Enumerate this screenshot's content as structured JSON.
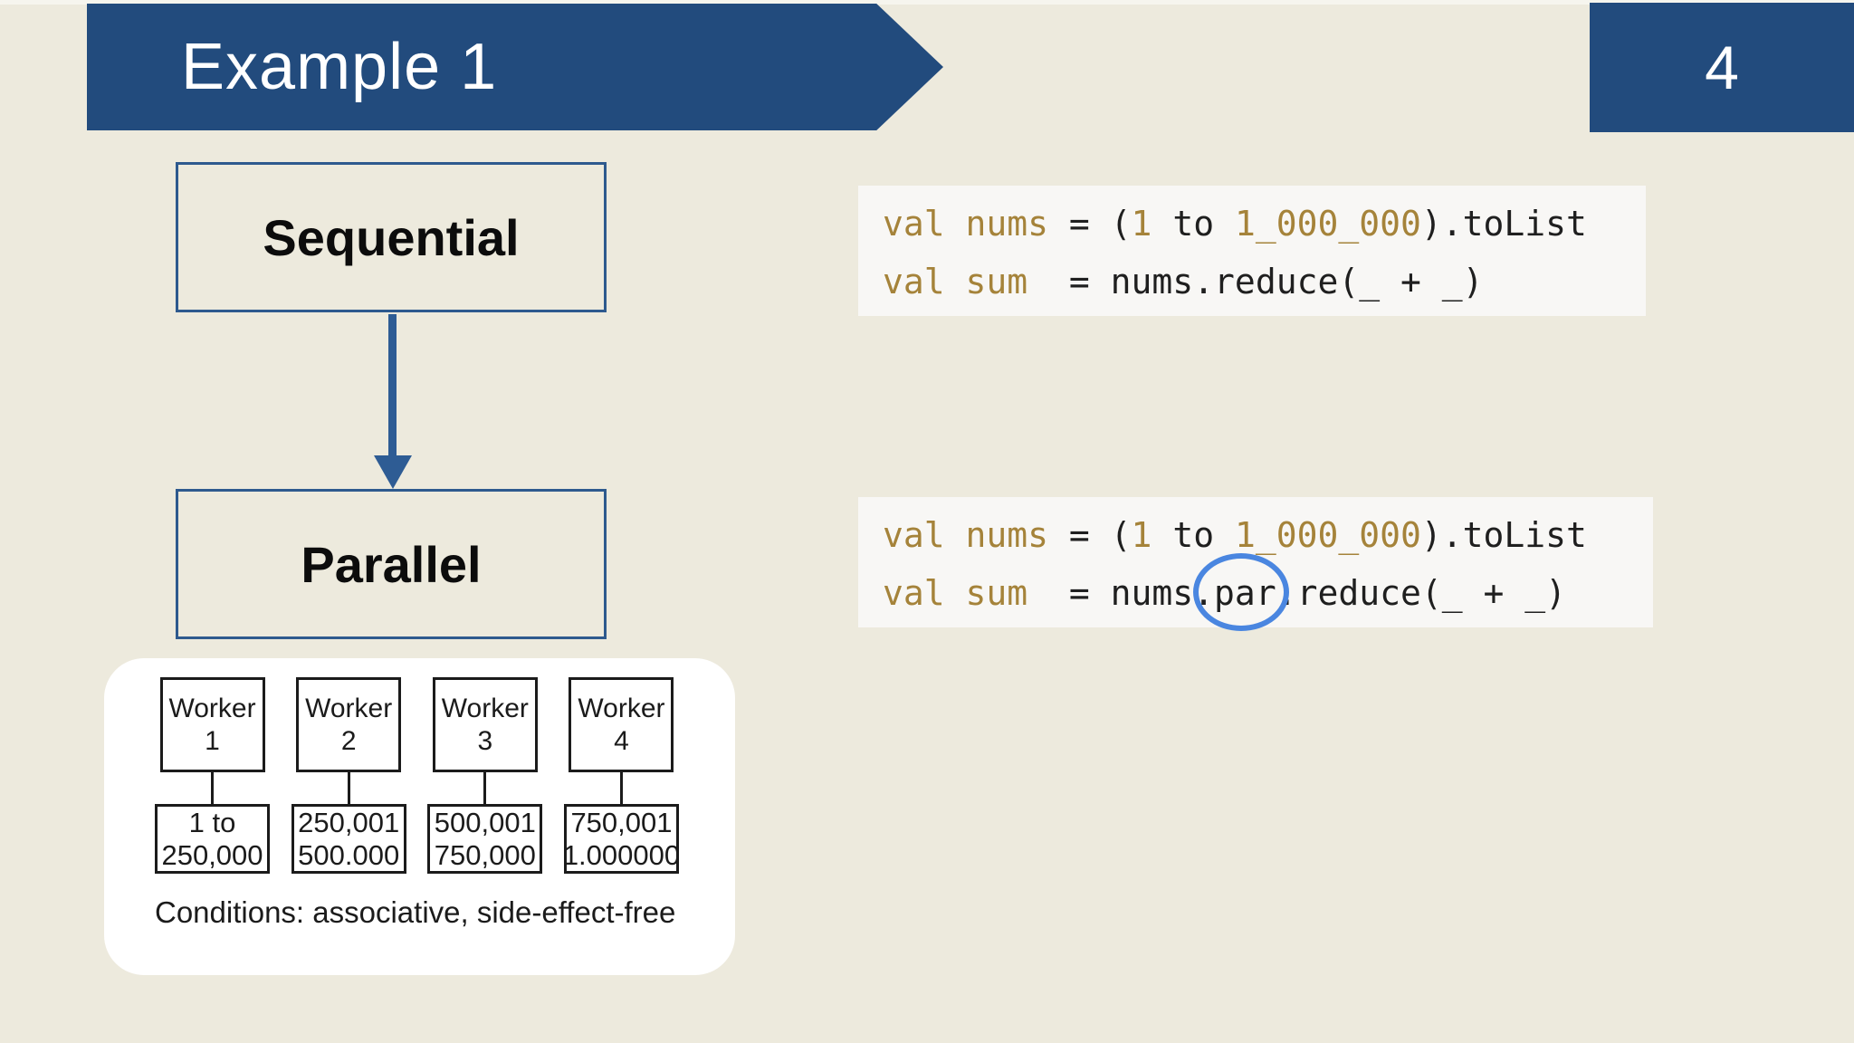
{
  "slide": {
    "title": "Example 1",
    "page_number": "4"
  },
  "colors": {
    "background": "#edeadd",
    "banner": "#224b7d",
    "box_border": "#2e5a8e",
    "arrow": "#2e5c94",
    "code_bg": "#f8f7f5",
    "code_plain": "#1f1f1f",
    "code_accent": "#a5833a",
    "circle": "#4a86e0",
    "panel_bg": "#ffffff",
    "diagram_ink": "#1b1b1b"
  },
  "flow": {
    "sequential_label": "Sequential",
    "parallel_label": "Parallel"
  },
  "code_blocks": [
    {
      "name": "sequential-code",
      "lines": [
        [
          {
            "t": "val nums",
            "c": "accent"
          },
          {
            "t": " = (",
            "c": "plain"
          },
          {
            "t": "1",
            "c": "accent"
          },
          {
            "t": " to ",
            "c": "plain"
          },
          {
            "t": "1_000_000",
            "c": "accent"
          },
          {
            "t": ").toList",
            "c": "plain"
          }
        ],
        [
          {
            "t": "val sum",
            "c": "accent"
          },
          {
            "t": "  = nums.reduce(_ + _)",
            "c": "plain"
          }
        ]
      ]
    },
    {
      "name": "parallel-code",
      "lines": [
        [
          {
            "t": "val nums",
            "c": "accent"
          },
          {
            "t": " = (",
            "c": "plain"
          },
          {
            "t": "1",
            "c": "accent"
          },
          {
            "t": " to ",
            "c": "plain"
          },
          {
            "t": "1_000_000",
            "c": "accent"
          },
          {
            "t": ").toList",
            "c": "plain"
          }
        ],
        [
          {
            "t": "val sum",
            "c": "accent"
          },
          {
            "t": "  = nums.par.reduce(_ + _)",
            "c": "plain"
          }
        ]
      ],
      "annotation": {
        "shape": "ellipse",
        "around": ".par"
      }
    }
  ],
  "workers": {
    "items": [
      {
        "name_lines": [
          "Worker",
          "1"
        ],
        "range_lines": [
          "1 to",
          "250,000"
        ]
      },
      {
        "name_lines": [
          "Worker",
          "2"
        ],
        "range_lines": [
          "250,001",
          "500.000"
        ]
      },
      {
        "name_lines": [
          "Worker",
          "3"
        ],
        "range_lines": [
          "500,001",
          "750,000"
        ]
      },
      {
        "name_lines": [
          "Worker",
          "4"
        ],
        "range_lines": [
          "750,001",
          "1.000000"
        ]
      }
    ],
    "conditions": "Conditions: associative, side-effect-free"
  }
}
